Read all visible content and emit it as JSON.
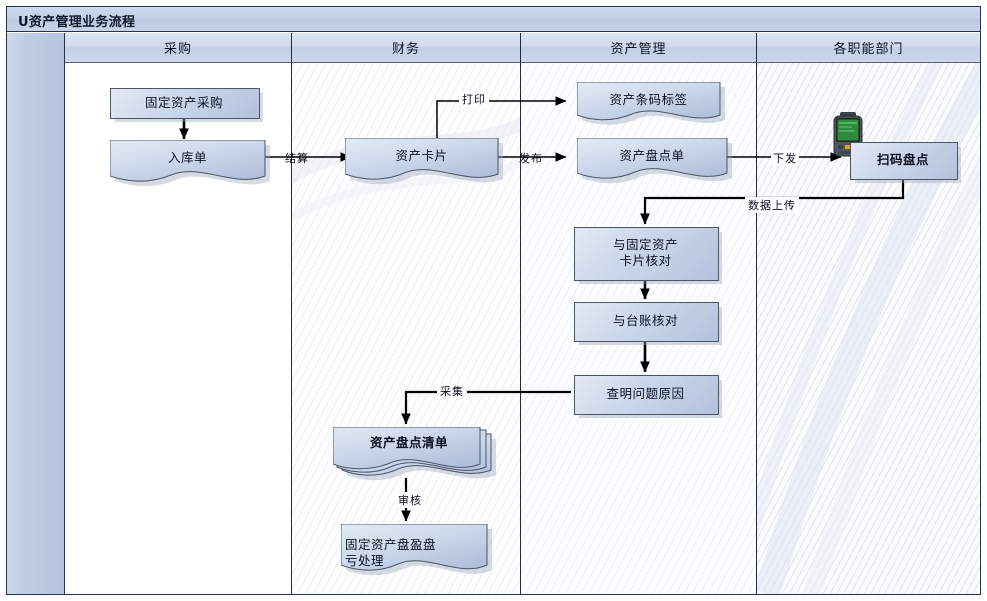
{
  "window": {
    "title": "U资产管理业务流程"
  },
  "lanes": [
    {
      "label": "采购"
    },
    {
      "label": "财务"
    },
    {
      "label": "资产管理"
    },
    {
      "label": "各职能部门"
    }
  ],
  "nodes": {
    "fixed_asset_purchase": {
      "label": "固定资产采购",
      "shape": "rect",
      "lane": "采购"
    },
    "warehouse_receipt": {
      "label": "入库单",
      "shape": "document",
      "lane": "采购"
    },
    "asset_card": {
      "label": "资产卡片",
      "shape": "document",
      "lane": "财务"
    },
    "asset_barcode_label": {
      "label": "资产条码标签",
      "shape": "document",
      "lane": "资产管理"
    },
    "asset_count_sheet": {
      "label": "资产盘点单",
      "shape": "document",
      "lane": "资产管理"
    },
    "scan_count": {
      "label": "扫码盘点",
      "shape": "rect",
      "lane": "各职能部门"
    },
    "check_with_card_l1": {
      "label": "与固定资产",
      "shape": "rect",
      "lane": "资产管理"
    },
    "check_with_card_l2": {
      "label": "卡片核对"
    },
    "check_with_ledger": {
      "label": "与台账核对",
      "shape": "rect",
      "lane": "资产管理"
    },
    "find_problem_cause": {
      "label": "查明问题原因",
      "shape": "rect",
      "lane": "资产管理"
    },
    "asset_count_list": {
      "label": "资产盘点清单",
      "shape": "multi-document",
      "lane": "财务"
    },
    "gain_loss_l1": {
      "label": "固定资产盘盈盘",
      "shape": "document",
      "lane": "财务"
    },
    "gain_loss_l2": {
      "label": "亏处理"
    }
  },
  "edge_labels": {
    "settlement": "结算",
    "print": "打印",
    "publish": "发布",
    "issue_down": "下发",
    "data_upload": "数据上传",
    "collect": "采集",
    "review": "审核"
  },
  "icons": {
    "scanner": "barcode-scanner-icon"
  },
  "colors": {
    "frame_border": "#24324d",
    "title_bar": "#c5d2e8",
    "lane_header": "#ccd7ea",
    "gutter": "#b6c4dd",
    "shape_fill_light": "#e2e9f5",
    "shape_fill_dark": "#b3c2dc",
    "shape_border": "#4a5568",
    "connector": "#000000",
    "scanner_screen": "#2f8a3c",
    "scanner_body": "#4a4f58"
  }
}
